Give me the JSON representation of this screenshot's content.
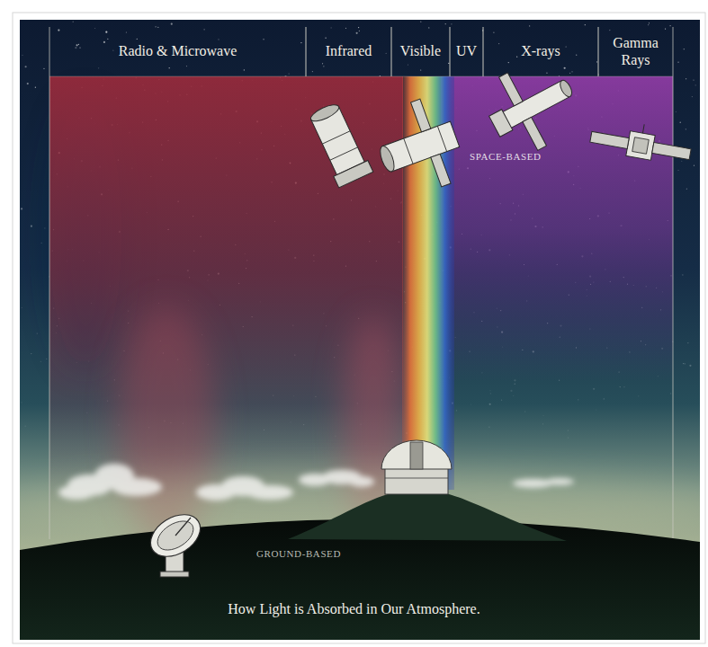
{
  "diagram": {
    "caption": "How Light is Absorbed in Our Atmosphere.",
    "nodes": [
      {
        "text": [
          "Radio & Microwave"
        ]
      },
      {
        "text": [
          "Infrared"
        ]
      },
      {
        "text": [
          "Visible"
        ]
      },
      {
        "text": [
          "UV"
        ]
      },
      {
        "text": [
          "X-rays"
        ]
      },
      {
        "text": [
          "Gamma Rays"
        ]
      }
    ],
    "labels": [
      "SPACE-BASED",
      "GROUND-BASED"
    ]
  }
}
